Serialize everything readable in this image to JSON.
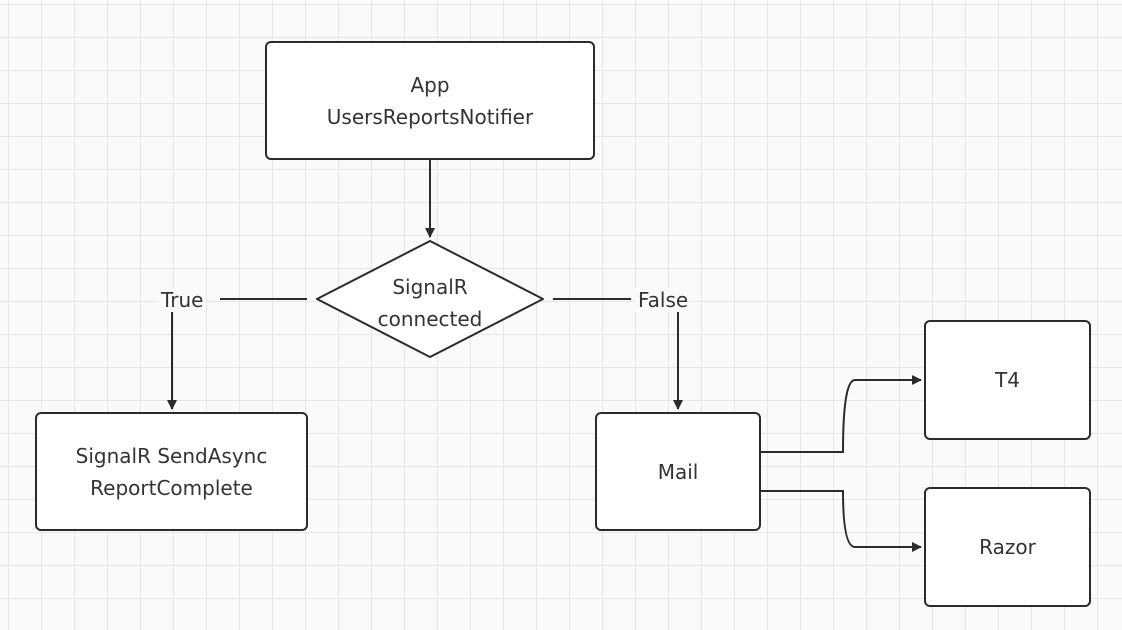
{
  "nodes": {
    "app": {
      "line1": "App",
      "line2": "UsersReportsNotifier"
    },
    "decision": {
      "line1": "SignalR",
      "line2": "connected"
    },
    "signalr_send": {
      "line1": "SignalR SendAsync",
      "line2": "ReportComplete"
    },
    "mail": {
      "label": "Mail"
    },
    "t4": {
      "label": "T4"
    },
    "razor": {
      "label": "Razor"
    }
  },
  "edges": {
    "true_label": "True",
    "false_label": "False"
  },
  "colors": {
    "stroke": "#2b2b2b",
    "text": "#333333",
    "grid": "#e6e6e6"
  }
}
